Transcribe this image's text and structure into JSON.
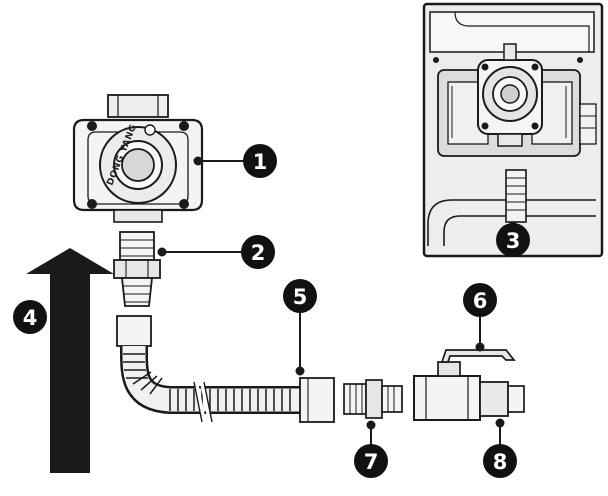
{
  "diagram": {
    "regulator_brand": "DONG YANG",
    "callouts": [
      {
        "id": "regulator",
        "label": "1"
      },
      {
        "id": "flare-adapter",
        "label": "2"
      },
      {
        "id": "installed-regulator-inset",
        "label": "3"
      },
      {
        "id": "flow-direction-arrow",
        "label": "4"
      },
      {
        "id": "flexible-gas-hose",
        "label": "5"
      },
      {
        "id": "shutoff-valve-handle",
        "label": "6"
      },
      {
        "id": "pipe-nipple-adapter",
        "label": "7"
      },
      {
        "id": "gas-supply-shutoff-valve",
        "label": "8"
      }
    ],
    "colors": {
      "ink": "#1a1a1a",
      "part_fill": "#f4f4f4",
      "inset_fill": "#ececec",
      "callout_fill": "#111111"
    }
  }
}
